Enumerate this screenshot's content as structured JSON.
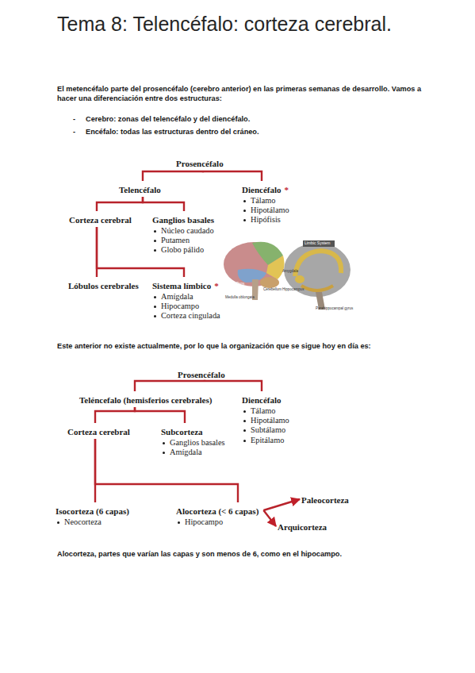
{
  "diagram": {
    "title": "Tema 8: Telencéfalo: corteza cerebral.",
    "nodes": [
      {
        "text": [
          "Prosencéfalo"
        ]
      },
      {
        "text": [
          "Telencéfalo"
        ]
      },
      {
        "text": [
          "Diencéfalo",
          "*",
          "Tálamo",
          "Hipotálamo",
          "Hipófisis"
        ]
      },
      {
        "text": [
          "Corteza cerebral"
        ]
      },
      {
        "text": [
          "Ganglios basales",
          "Núcleo caudado",
          "Putamen",
          "Globo pálido"
        ]
      },
      {
        "text": [
          "Lóbulos cerebrales"
        ]
      },
      {
        "text": [
          "Sistema límbico",
          "*",
          "Amígdala",
          "Hipocampo",
          "Corteza cingulada"
        ]
      },
      {
        "text": [
          "Prosencéfalo"
        ]
      },
      {
        "text": [
          "Teléncefalo (hemisferios cerebrales)"
        ]
      },
      {
        "text": [
          "Diencéfalo",
          "Tálamo",
          "Hipotálamo",
          "Subtálamo",
          "Epitálamo"
        ]
      },
      {
        "text": [
          "Corteza cerebral"
        ]
      },
      {
        "text": [
          "Subcorteza",
          "Ganglios basales",
          "Amígdala"
        ]
      },
      {
        "text": [
          "Isocorteza (6 capas)",
          "Neocorteza"
        ]
      },
      {
        "text": [
          "Alocorteza (< 6 capas)",
          "Hipocampo"
        ]
      },
      {
        "text": [
          "Paleocorteza"
        ]
      },
      {
        "text": [
          "Arquicorteza"
        ]
      }
    ],
    "edges": [
      {
        "from": 0,
        "to": 1,
        "arrow": "none"
      },
      {
        "from": 0,
        "to": 2,
        "arrow": "none"
      },
      {
        "from": 1,
        "to": 3,
        "arrow": "none"
      },
      {
        "from": 1,
        "to": 4,
        "arrow": "none"
      },
      {
        "from": 3,
        "to": 5,
        "arrow": "none"
      },
      {
        "from": 3,
        "to": 6,
        "arrow": "none"
      },
      {
        "from": 7,
        "to": 8,
        "arrow": "none"
      },
      {
        "from": 7,
        "to": 9,
        "arrow": "none"
      },
      {
        "from": 8,
        "to": 10,
        "arrow": "none"
      },
      {
        "from": 8,
        "to": 11,
        "arrow": "none"
      },
      {
        "from": 10,
        "to": 12,
        "arrow": "none"
      },
      {
        "from": 10,
        "to": 13,
        "arrow": "none"
      },
      {
        "from": 13,
        "to": 14,
        "arrow": "to"
      },
      {
        "from": 13,
        "to": 15,
        "arrow": "to"
      }
    ],
    "labels": [
      "El metencéfalo parte del prosencéfalo (cerebro anterior) en las primeras semanas de desarrollo. Vamos a hacer una diferenciación entre dos estructuras:",
      "-",
      "Cerebro: zonas del telencéfalo y del diencéfalo.",
      "-",
      "Encéfalo: todas las estructuras dentro del cráneo.",
      "Limbic System",
      "Pons",
      "Cerebellum",
      "Medulla oblongata",
      "Amygdala",
      "Hippocampus",
      "Parahippocampal gyrus",
      "Este anterior no existe actualmente, por lo que la organización que se sigue hoy en día es:",
      "Alocorteza, partes que varían las capas y son menos de 6, como en el hipocampo."
    ]
  }
}
